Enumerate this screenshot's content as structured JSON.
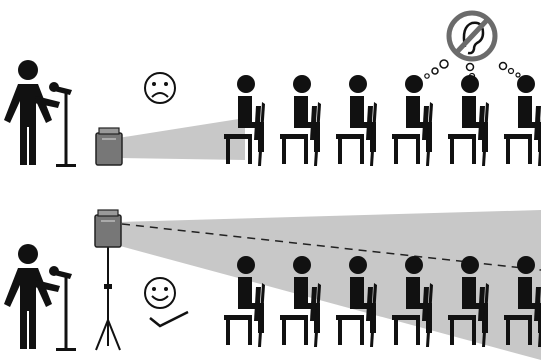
{
  "colors": {
    "background": "#ffffff",
    "figure": "#111111",
    "beam": "#c8c8c8",
    "speaker_box": "#777777",
    "no_listen_sign": "#6b6b6b"
  },
  "panels": [
    {
      "id": "top",
      "speaker_mount": "low-on-floor",
      "speaker_facing": "audience",
      "sound_reach": "first-row-only",
      "audience_seats_visible": 6,
      "mood_icon": "sad-face-icon",
      "thought_icon": "no-hearing-icon",
      "check_mark": false
    },
    {
      "id": "bottom",
      "speaker_mount": "raised-on-tripod",
      "speaker_facing": "audience",
      "sound_reach": "entire-audience",
      "audience_seats_visible": 6,
      "mood_icon": "happy-face-icon",
      "thought_icon": "",
      "check_mark": true
    }
  ]
}
